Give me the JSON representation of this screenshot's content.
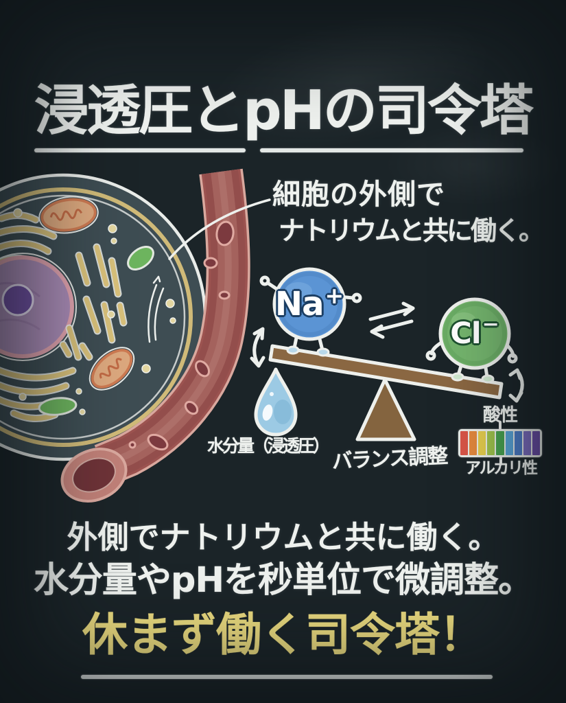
{
  "title": {
    "text": "浸透圧とpHの司令塔"
  },
  "callout": {
    "line1": "細胞の外側で",
    "line2": "ナトリウムと共に働く。"
  },
  "seesaw": {
    "na": {
      "symbol": "Na",
      "charge": "+",
      "fill_color": "#5b94d4"
    },
    "cl": {
      "symbol": "Cl",
      "charge": "−",
      "fill_color": "#74b46d"
    },
    "plank_color": "#8a6742",
    "fulcrum_color": "#84643f",
    "fulcrum_label": "バランス調整",
    "droplet_label": "水分量（浸透圧）",
    "droplet_color": "#9ccae4"
  },
  "ph_scale": {
    "acid_label": "酸性",
    "alkali_label": "アルカリ性",
    "colors": [
      "#d85548",
      "#e2883e",
      "#e3cc4d",
      "#9dc04c",
      "#47a04f",
      "#58a4d6",
      "#4c7cc6",
      "#7a6cbe",
      "#6b4da6"
    ]
  },
  "body": {
    "line1": "外側でナトリウムと共に働く。",
    "line2": "水分量やpHを秒単位で微調整。",
    "line3": "休まず働く司令塔！",
    "line3_color": "#e9d97e"
  },
  "board_colors": {
    "background": "#2d3a41",
    "chalk": "#eef1ee",
    "cell_cytoplasm": "#3e4d53",
    "nucleus": "#a98bb5",
    "nucleolus": "#6f4fa0",
    "vessel": "#9c5350"
  }
}
